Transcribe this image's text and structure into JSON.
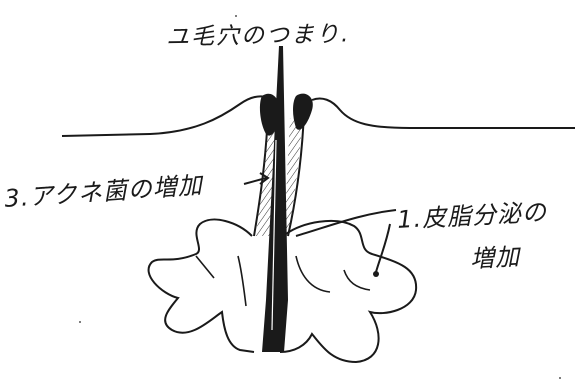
{
  "labels": {
    "top": "ユ毛穴のつまり.",
    "left": "3.アクネ菌の増加",
    "right_line1": "1.皮脂分泌の",
    "right_line2": "増加"
  },
  "colors": {
    "ink": "#1a1a1a",
    "paper": "#ffffff"
  }
}
